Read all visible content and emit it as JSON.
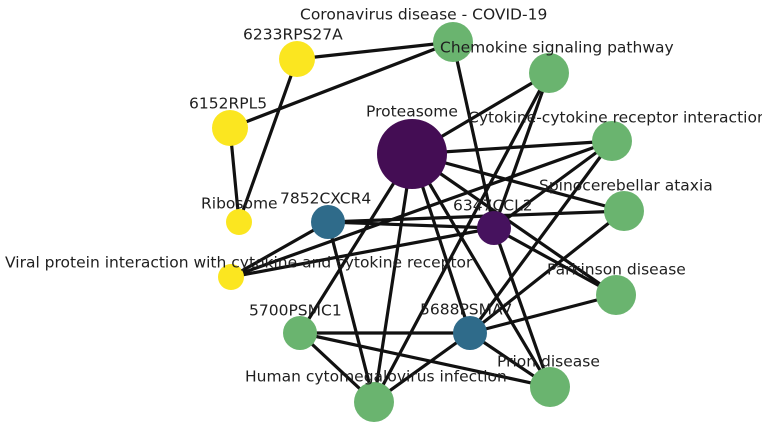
{
  "colors": {
    "hub": "#440d54",
    "purple": "#46125e",
    "teal": "#2f6b8a",
    "green": "#6ab46f",
    "yellow": "#fbe620",
    "edge": "#111111"
  },
  "nodes": [
    {
      "id": "proteasome",
      "label": "Proteasome",
      "color": "purple"
    },
    {
      "id": "covid",
      "label": "Coronavirus disease - COVID-19",
      "color": "green"
    },
    {
      "id": "chemokine",
      "label": "Chemokine signaling pathway",
      "color": "green"
    },
    {
      "id": "cytokine",
      "label": "Cytokine-cytokine receptor interaction",
      "color": "green"
    },
    {
      "id": "spino",
      "label": "Spinocerebellar ataxia",
      "color": "green"
    },
    {
      "id": "parkinson",
      "label": "Parkinson disease",
      "color": "green"
    },
    {
      "id": "prion",
      "label": "Prion disease",
      "color": "green"
    },
    {
      "id": "hcmv",
      "label": "Human cytomegalovirus infection",
      "color": "green"
    },
    {
      "id": "psmc1",
      "label": "5700PSMC1",
      "color": "green"
    },
    {
      "id": "psmb",
      "label": "5688PSMA7",
      "color": "teal"
    },
    {
      "id": "cxcr4",
      "label": "7852CXCR4",
      "color": "teal"
    },
    {
      "id": "ccl2",
      "label": "6347CCL2",
      "color": "purple"
    },
    {
      "id": "rps27a",
      "label": "6233RPS27A",
      "color": "yellow"
    },
    {
      "id": "rpl5",
      "label": "6152RPL5",
      "color": "yellow"
    },
    {
      "id": "ribosome",
      "label": "Ribosome",
      "color": "yellow"
    },
    {
      "id": "viral",
      "label": "Viral protein interaction with cytokine and cytokine receptor",
      "color": "yellow"
    }
  ],
  "edges": [
    [
      "proteasome",
      "cytokine"
    ],
    [
      "proteasome",
      "spino"
    ],
    [
      "proteasome",
      "parkinson"
    ],
    [
      "proteasome",
      "prion"
    ],
    [
      "proteasome",
      "hcmv"
    ],
    [
      "proteasome",
      "psmc1"
    ],
    [
      "proteasome",
      "chemokine"
    ],
    [
      "proteasome",
      "psmb"
    ],
    [
      "covid",
      "rps27a"
    ],
    [
      "covid",
      "rpl5"
    ],
    [
      "covid",
      "ccl2"
    ],
    [
      "chemokine",
      "ccl2"
    ],
    [
      "chemokine",
      "hcmv"
    ],
    [
      "cytokine",
      "ccl2"
    ],
    [
      "cytokine",
      "viral"
    ],
    [
      "cytokine",
      "psmb"
    ],
    [
      "spino",
      "psmb"
    ],
    [
      "spino",
      "cxcr4"
    ],
    [
      "parkinson",
      "psmb"
    ],
    [
      "parkinson",
      "ccl2"
    ],
    [
      "prion",
      "psmb"
    ],
    [
      "prion",
      "psmc1"
    ],
    [
      "prion",
      "ccl2"
    ],
    [
      "hcmv",
      "cxcr4"
    ],
    [
      "hcmv",
      "psmb"
    ],
    [
      "hcmv",
      "psmc1"
    ],
    [
      "psmc1",
      "psmb"
    ],
    [
      "cxcr4",
      "viral"
    ],
    [
      "cxcr4",
      "ccl2"
    ],
    [
      "ccl2",
      "viral"
    ],
    [
      "rpl5",
      "ribosome"
    ],
    [
      "rps27a",
      "ribosome"
    ]
  ]
}
